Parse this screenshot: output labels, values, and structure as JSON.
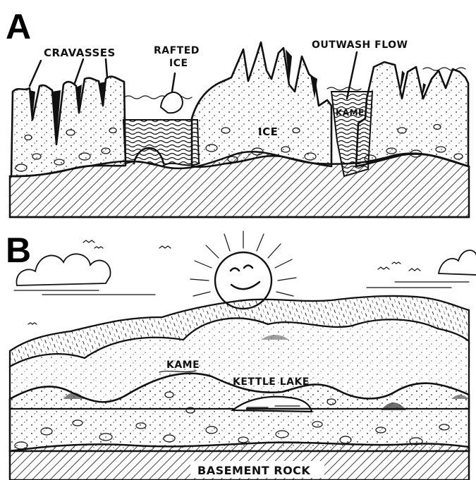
{
  "panels": {
    "a": {
      "letter": "A",
      "labels": {
        "crevasses": "CRAVASSES",
        "rafted_ice_line1": "RAFTED",
        "rafted_ice_line2": "ICE",
        "outwash_flow": "OUTWASH FLOW",
        "kame": "KAME",
        "ice": "ICE"
      }
    },
    "b": {
      "letter": "B",
      "labels": {
        "kame": "KAME",
        "kettle_lake": "KETTLE LAKE",
        "basement_rock": "BASEMENT ROCK"
      }
    }
  },
  "colors": {
    "ink": "#111111",
    "paper": "#ffffff"
  }
}
